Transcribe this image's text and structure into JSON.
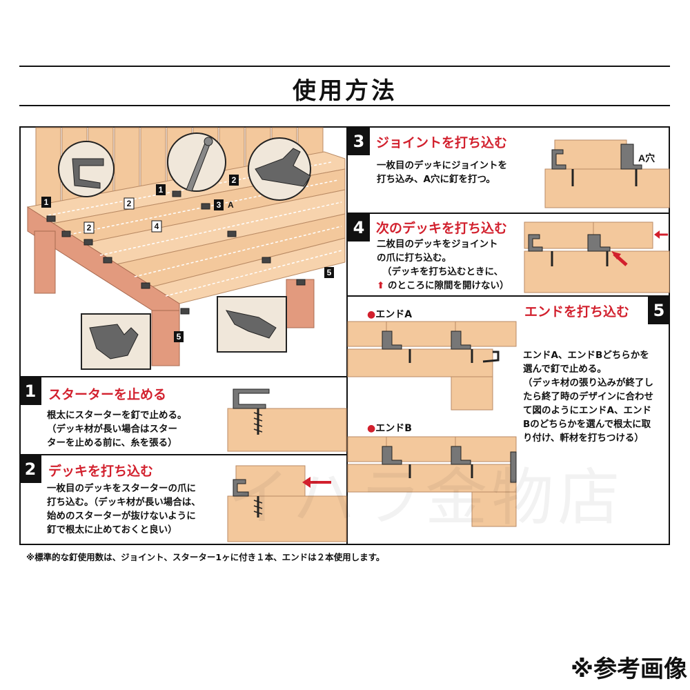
{
  "header": {
    "title": "使用方法"
  },
  "steps": {
    "s1": {
      "num": "1",
      "title": "スターターを止める",
      "lines": [
        "根太にスターターを釘で止める。",
        "（デッキ材が長い場合はスター",
        "ターを止める前に、糸を張る）"
      ]
    },
    "s2": {
      "num": "2",
      "title": "デッキを打ち込む",
      "lines": [
        "一枚目のデッキをスターターの爪に",
        "打ち込む。（デッキ材が長い場合は、",
        "始めのスターターが抜けないように",
        "釘で根太に止めておくと良い）"
      ]
    },
    "s3": {
      "num": "3",
      "title": "ジョイントを打ち込む",
      "lines": [
        "一枚目のデッキにジョイントを",
        "打ち込み、A穴に釘を打つ。"
      ],
      "label": "A穴"
    },
    "s4": {
      "num": "4",
      "title": "次のデッキを打ち込む",
      "lines": [
        "二枚目のデッキをジョイント",
        "の爪に打ち込む。",
        "（デッキを打ち込むときに、",
        "のところに隙間を開けない）"
      ]
    },
    "s5": {
      "num": "5",
      "title": "エンドを打ち込む",
      "lines": [
        "エンドA、エンドBどちらかを",
        "選んで釘で止める。",
        "（デッキ材の張り込みが終了し",
        "たら終了時のデザインに合わせ",
        "て図のようにエンドA、エンド",
        "Bのどちらかを選んで根太に取",
        "り付け、軒材を打ちつける）"
      ],
      "end_a": "エンドA",
      "end_b": "エンドB"
    }
  },
  "overview": {
    "labels": [
      "1",
      "2",
      "1",
      "3",
      "2",
      "4",
      "2",
      "5",
      "5"
    ],
    "a_label": "A"
  },
  "footer": {
    "note": "※標準的な釘使用数は、ジョイント、スターター1ヶに付き１本、エンドは２本使用します。",
    "reference": "※参考画像"
  },
  "watermark": "イハラ金物店",
  "colors": {
    "wood": "#f3c89c",
    "wood_dark": "#e2a77a",
    "post": "#e29a7e",
    "accent": "#d2202d",
    "metal": "#555555"
  }
}
